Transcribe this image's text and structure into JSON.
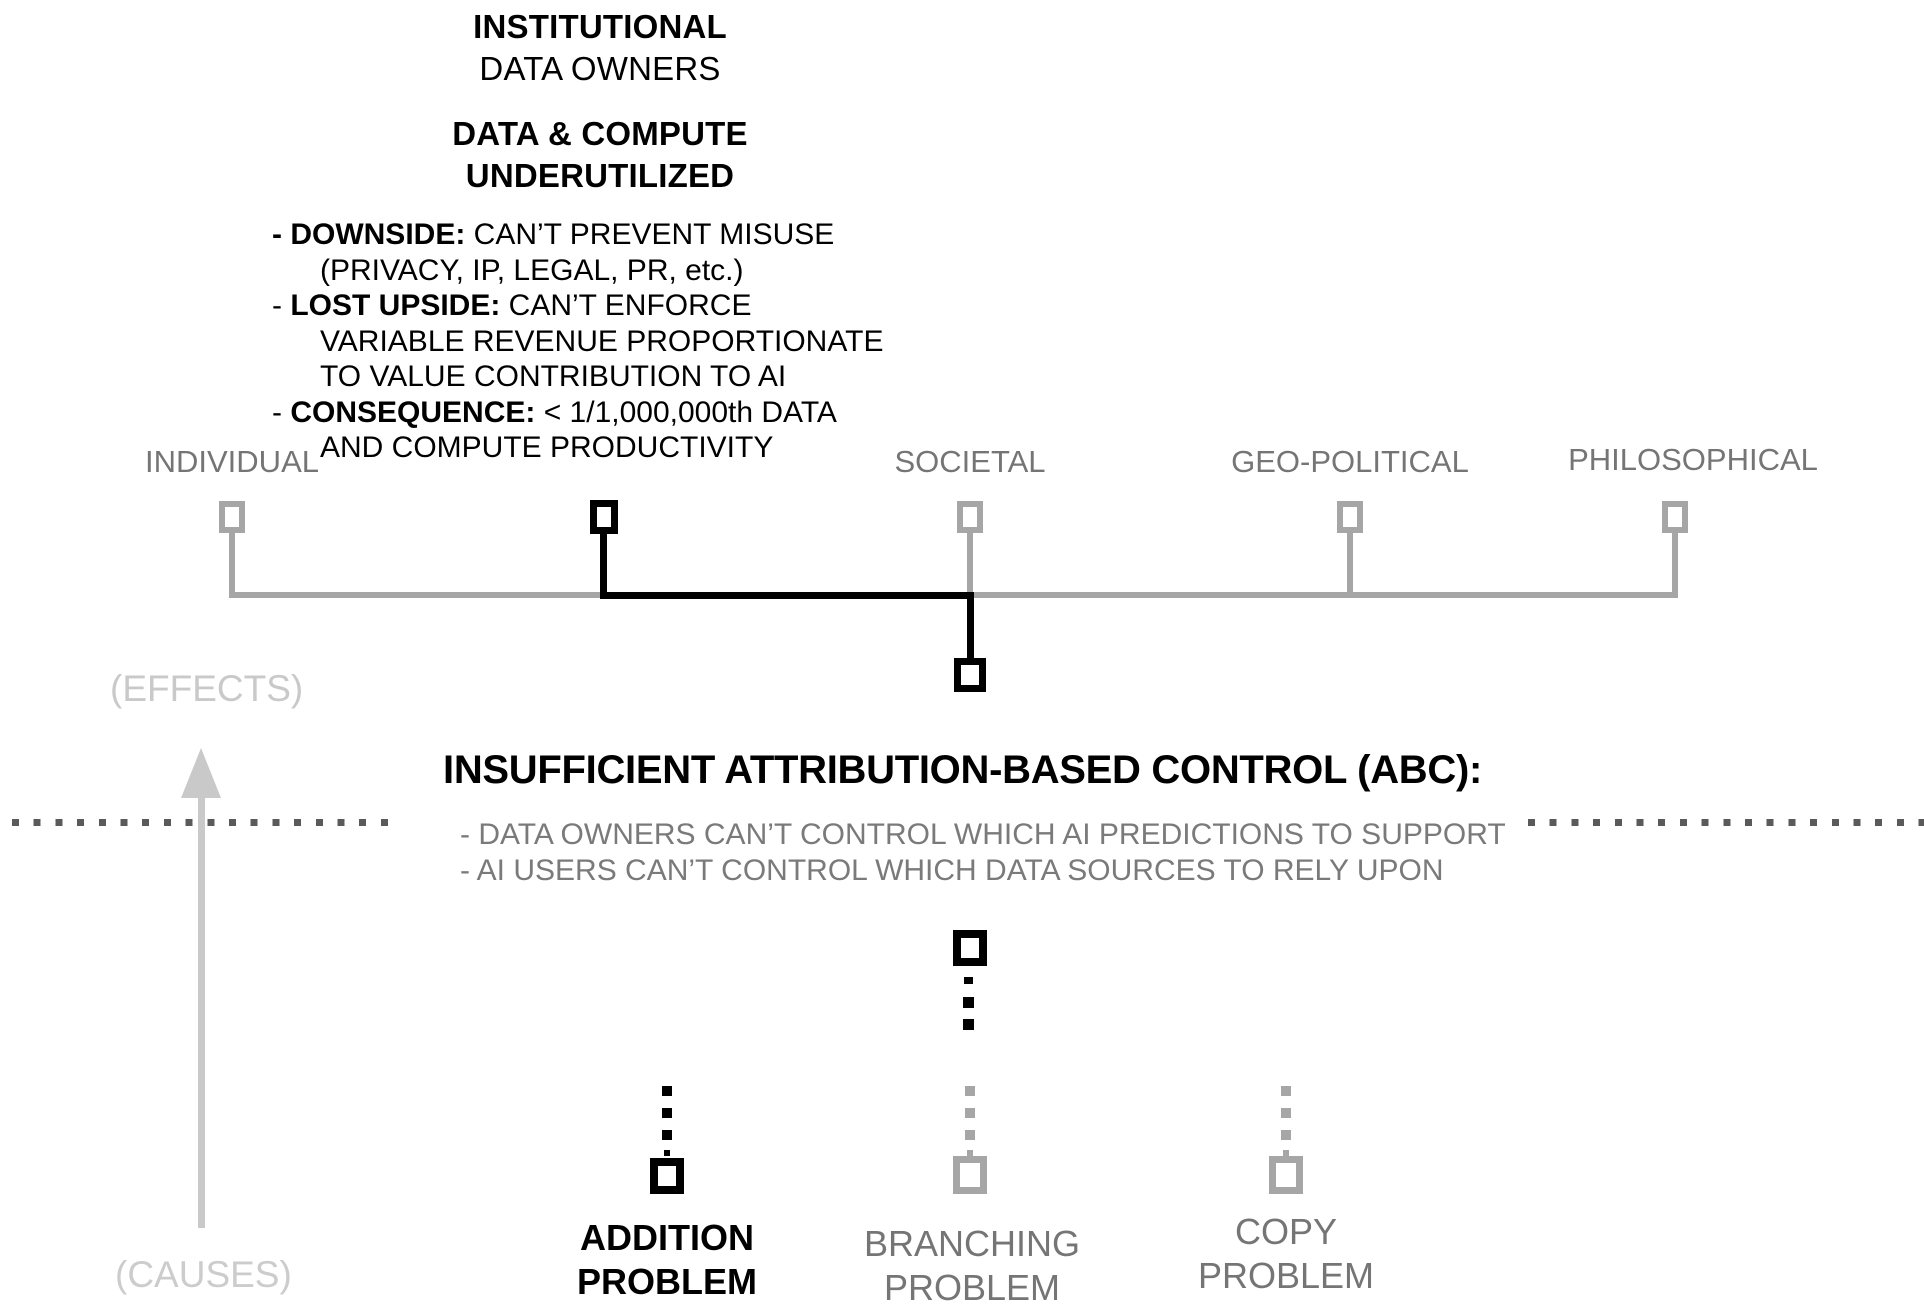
{
  "header": {
    "institution_line1": "INSTITUTIONAL",
    "institution_line2": "DATA OWNERS",
    "underutilized_line1": "DATA & COMPUTE",
    "underutilized_line2": "UNDERUTILIZED"
  },
  "consequences": {
    "lines": [
      {
        "pre": "",
        "bold": "- DOWNSIDE:",
        "rest": " CAN’T PREVENT MISUSE"
      },
      {
        "pre": "",
        "bold": "",
        "rest": "(PRIVACY, IP, LEGAL, PR, etc.)"
      },
      {
        "pre": "- ",
        "bold": "LOST UPSIDE:",
        "rest": " CAN’T ENFORCE"
      },
      {
        "pre": "",
        "bold": "",
        "rest": "VARIABLE REVENUE PROPORTIONATE"
      },
      {
        "pre": "",
        "bold": "",
        "rest": "TO VALUE CONTRIBUTION TO AI"
      },
      {
        "pre": "- ",
        "bold": "CONSEQUENCE:",
        "rest": " < 1/1,000,000th DATA"
      },
      {
        "pre": "",
        "bold": "",
        "rest": "AND COMPUTE PRODUCTIVITY"
      }
    ]
  },
  "categories": {
    "individual": "INDIVIDUAL",
    "societal": "SOCIETAL",
    "geopolitical": "GEO-POLITICAL",
    "philosophical": "PHILOSOPHICAL"
  },
  "abc": {
    "title": "INSUFFICIENT ATTRIBUTION-BASED CONTROL (ABC):",
    "bullet1": "- DATA OWNERS CAN’T CONTROL WHICH AI PREDICTIONS TO SUPPORT",
    "bullet2": "- AI USERS CAN’T CONTROL WHICH DATA SOURCES TO RELY UPON"
  },
  "side_labels": {
    "effects": "(EFFECTS)",
    "causes": "(CAUSES)"
  },
  "problems": {
    "addition_line1": "ADDITION",
    "addition_line2": "PROBLEM",
    "branching_line1": "BRANCHING",
    "branching_line2": "PROBLEM",
    "copy_line1": "COPY",
    "copy_line2": "PROBLEM"
  },
  "colors": {
    "black": "#000000",
    "structure_gray": "#a6a6a6",
    "label_gray": "#757575",
    "faint_gray": "#c9c9c9",
    "dot_gray": "#5a5a5a"
  }
}
